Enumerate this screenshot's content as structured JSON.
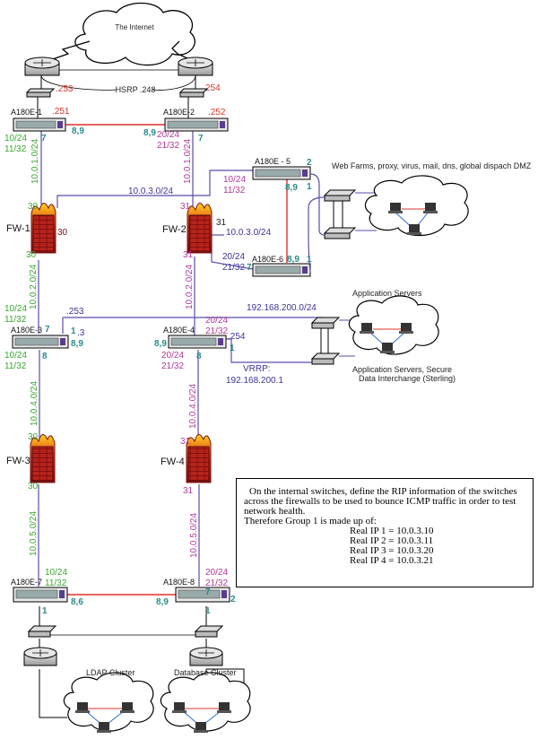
{
  "internet_label": "The Internet",
  "hsrp_label": "HSRP .248",
  "router_ips": {
    "left": ".253",
    "right": "254"
  },
  "devices": {
    "e1": "A180E-1",
    "e2": "A180E-2",
    "e3": "A180E-3",
    "e4": "A180E-4",
    "e5": "A180E - 5",
    "e6": "A180E-6",
    "e7": "A180E-7",
    "e8": "A180E-8"
  },
  "switch_ips": {
    "e1": ".251",
    "e2": ".252"
  },
  "firewalls": {
    "fw1": "FW-1",
    "fw2": "FW-2",
    "fw3": "FW-3",
    "fw4": "FW-4"
  },
  "subnets": {
    "a": "10.0.1.0/24",
    "b": "10.0.1.0/24",
    "c": "10.0.3.0/24",
    "d": "10.0.3.0/24",
    "e": "10.0.2.0/24",
    "f": "10.0.2.0/24",
    "g": "192.168.200.0/24",
    "h": "10.0.4.0/24",
    "i": "10.0.4.0/24",
    "j": "10.0.5.0/24",
    "k": "10.0.5.0/24"
  },
  "ports": {
    "p1": "10/24",
    "p2": "11/32",
    "p3": "7",
    "p4": "8,9",
    "p5": "8,9",
    "p6": "20/24",
    "p7": "21/32",
    "p8": "7",
    "p9": "10/24",
    "p10": "11/32",
    "p11": "2",
    "p12": "8,9",
    "p13": "1",
    "p14": "31",
    "p15": "20/24",
    "p16": "21/32",
    "p17": "7",
    "p18": "8,9",
    "p19": "1",
    "p20": "30",
    "p21": "30",
    "p22": "30",
    "p23": "31",
    "p24": "31",
    "p25": "10/24",
    "p26": "11/32",
    "p27": ".253",
    "p28": "7",
    "p29": "1",
    "p30": ".3",
    "p31": "8,9",
    "p32": "8",
    "p33": "10/24",
    "p34": "11/32",
    "p35": "20/24",
    "p36": "21/32",
    "p37": ".254",
    "p38": "8,9",
    "p39": "8",
    "p40": "1",
    "p41": "20/24",
    "p42": "21/32",
    "p43": "30",
    "p44": "30",
    "p45": "31",
    "p46": "31",
    "p47": "10/24",
    "p48": "11/32",
    "p49": "1",
    "p50": "8,6",
    "p51": "20/24",
    "p52": "21/32",
    "p53": "8,9",
    "p54": "7",
    "p55": "2",
    "p56": "1"
  },
  "dmz_label": "Web Farms, proxy, virus, mail, dns, global dispach DMZ",
  "app_servers": "Application Servers",
  "app_secure_1": "Application Servers, Secure",
  "app_secure_2": "Data Interchange (Sterling)",
  "vrrp_1": "VRRP:",
  "vrrp_2": "192.168.200.1",
  "ldap": "LDAP Cluster",
  "db": "Database Cluster",
  "note": {
    "line1": "On the internal switches, define the RIP information of the switches",
    "line2": "across the firewalls to be used to bounce ICMP traffic in order to test",
    "line3": "network health.",
    "line4": "Therefore Group 1 is made up of:",
    "ip1": "Real IP 1 = 10.0.3.10",
    "ip2": "Real IP 2 = 10.0.3.11",
    "ip3": "Real IP 3 = 10.0.3.20",
    "ip4": "Real IP 4 = 10.0.3.21"
  },
  "colors": {
    "red": "#d9362b",
    "green": "#3aa62f",
    "blue": "#3d3398",
    "magenta": "#b2379b",
    "teal": "#2a8a8a",
    "link": "#5a4ca8"
  }
}
